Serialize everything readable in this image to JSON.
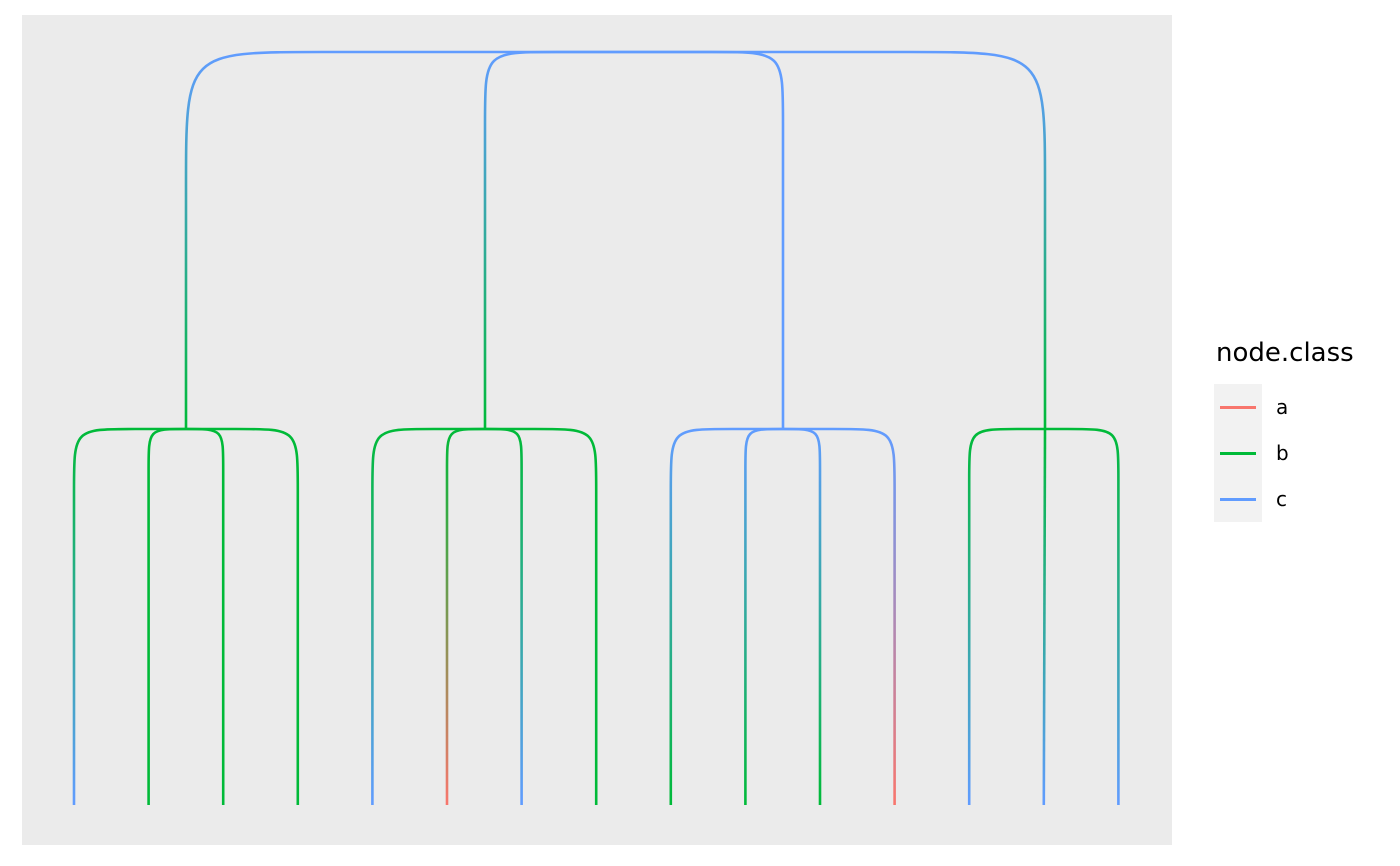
{
  "legend": {
    "title": "node.class",
    "items": [
      {
        "label": "a",
        "color": "#F8766D"
      },
      {
        "label": "b",
        "color": "#00BA38"
      },
      {
        "label": "c",
        "color": "#619CFF"
      }
    ]
  },
  "colors": {
    "panel_background": "#EBEBEB",
    "legend_key_background": "#F2F2F2",
    "a": "#F8766D",
    "b": "#00BA38",
    "c": "#619CFF"
  },
  "tree": {
    "root_class": "c",
    "groups": [
      {
        "class": "b",
        "leaves": [
          "c",
          "b",
          "b",
          "b"
        ]
      },
      {
        "class": "b",
        "leaves": [
          "c",
          "a",
          "c",
          "b"
        ]
      },
      {
        "class": "c",
        "leaves": [
          "b",
          "b",
          "b",
          "a"
        ]
      },
      {
        "class": "b",
        "leaves": [
          "c",
          "c",
          "c"
        ]
      }
    ]
  }
}
